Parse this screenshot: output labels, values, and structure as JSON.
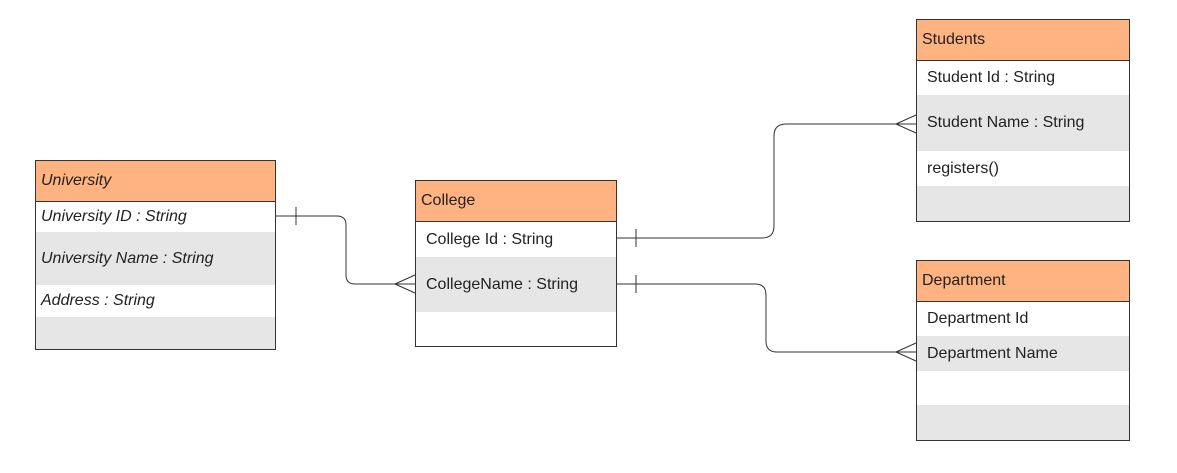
{
  "entities": {
    "university": {
      "title": "University",
      "attributes": [
        "University ID : String",
        "University Name : String",
        "Address : String",
        ""
      ]
    },
    "college": {
      "title": "College",
      "attributes": [
        "College Id : String",
        "CollegeName : String",
        ""
      ]
    },
    "students": {
      "title": "Students",
      "attributes": [
        "Student Id : String",
        "Student Name : String",
        "registers()",
        ""
      ]
    },
    "department": {
      "title": "Department",
      "attributes": [
        "Department Id",
        "Department Name",
        "",
        ""
      ]
    }
  },
  "relationships": [
    {
      "from": "University",
      "to": "College",
      "from_end": "one",
      "to_end": "many"
    },
    {
      "from": "College",
      "to": "Students",
      "from_end": "one",
      "to_end": "many"
    },
    {
      "from": "College",
      "to": "Department",
      "from_end": "one",
      "to_end": "many"
    }
  ],
  "colors": {
    "header": "#ffb380",
    "row_shade": "#e6e6e6",
    "border": "#333333",
    "line": "#333333"
  }
}
